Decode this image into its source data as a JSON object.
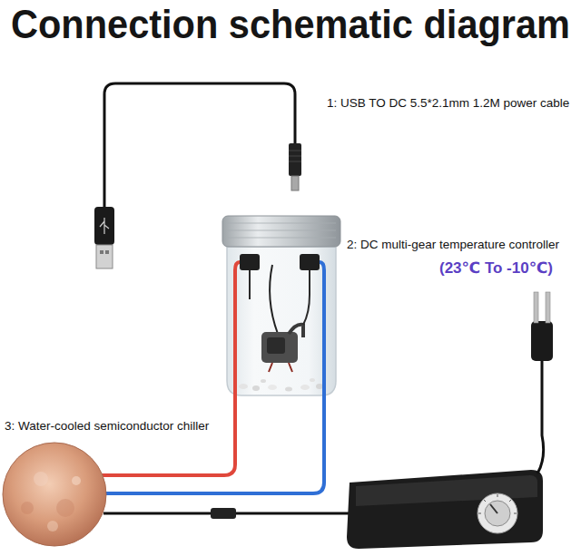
{
  "diagram": {
    "title": "Connection schematic diagram",
    "labels": [
      "1: USB TO DC 5.5*2.1mm 1.2M power cable",
      "2: DC multi-gear temperature controller",
      "(23℃ To -10℃)",
      "3: Water-cooled semiconductor chiller"
    ]
  }
}
